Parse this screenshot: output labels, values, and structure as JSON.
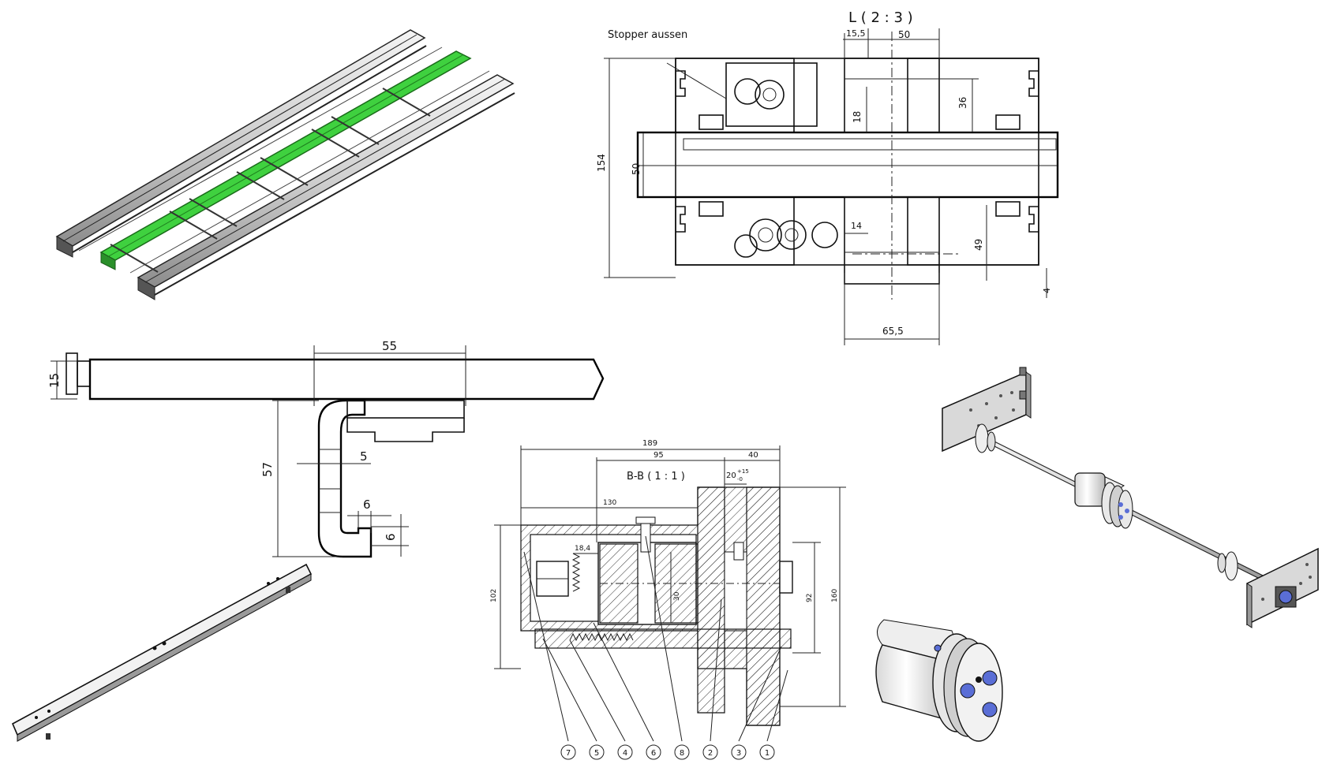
{
  "sheet": {
    "view_title": "L ( 2 : 3 )",
    "stopper_label": "Stopper aussen",
    "section_title": "B-B ( 1 : 1 )",
    "dims_top": {
      "d1": "15,5",
      "d2": "50",
      "d3": "36",
      "d4": "18",
      "d5": "154",
      "d6": "50",
      "d7": "14",
      "d8": "49",
      "d9": "4",
      "d10": "65,5"
    },
    "dims_profile": {
      "d1": "55",
      "d2": "15",
      "d3": "57",
      "d4": "5",
      "d5": "6",
      "d6": "6"
    },
    "dims_section": {
      "d1": "189",
      "d2": "95",
      "d3": "40",
      "d4": "20",
      "d4_tol_upper": "+15",
      "d4_tol_lower": "-0",
      "d5": "130",
      "d6": "18,4",
      "d7": "102",
      "d8": "30",
      "d9": "92",
      "d10": "160"
    },
    "balloons": [
      "7",
      "5",
      "4",
      "6",
      "8",
      "2",
      "3",
      "1"
    ],
    "colors": {
      "accent_green": "#3fd13f",
      "line": "#111111",
      "bolt_blue": "#5a6ed6"
    }
  }
}
